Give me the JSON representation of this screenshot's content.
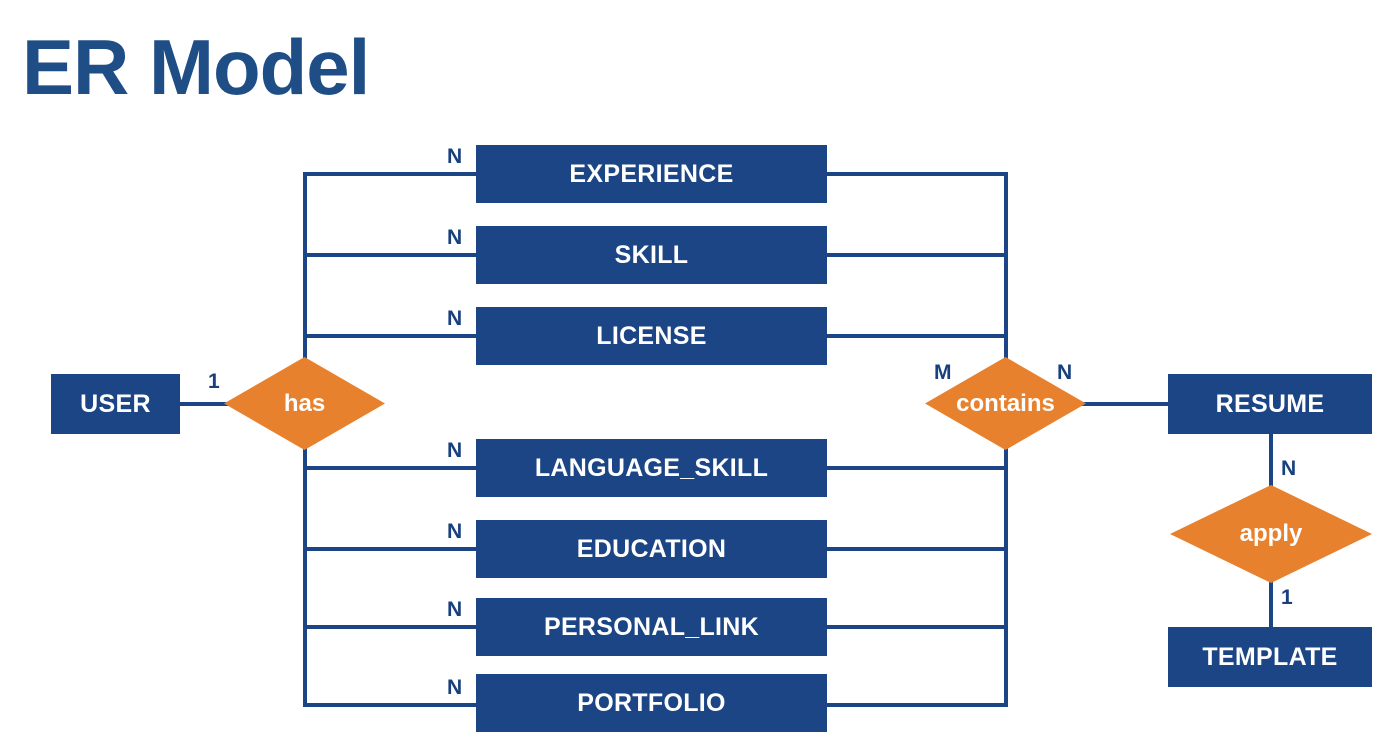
{
  "title": "ER Model",
  "colors": {
    "entity_fill": "#1B4585",
    "relationship_fill": "#E8812E",
    "line": "#1B4585",
    "title": "#1F4E86",
    "entity_text": "#FFFFFF",
    "cardinality_text": "#17407C",
    "background": "#FFFFFF"
  },
  "entities": {
    "user": "USER",
    "resume": "RESUME",
    "template": "TEMPLATE",
    "experience": "EXPERIENCE",
    "skill": "SKILL",
    "license": "LICENSE",
    "language_skill": "LANGUAGE_SKILL",
    "education": "EDUCATION",
    "personal_link": "PERSONAL_LINK",
    "portfolio": "PORTFOLIO"
  },
  "relationships": {
    "has": "has",
    "contains": "contains",
    "apply": "apply"
  },
  "cardinalities": {
    "user_has": "1",
    "has_experience": "N",
    "has_skill": "N",
    "has_license": "N",
    "has_language_skill": "N",
    "has_education": "N",
    "has_personal_link": "N",
    "has_portfolio": "N",
    "contains_left": "M",
    "contains_right": "N",
    "resume_apply": "N",
    "apply_template": "1"
  },
  "diagram": {
    "type": "entity-relationship",
    "notation": "Chen",
    "entity_count": 10,
    "relationship_count": 3,
    "edges": [
      {
        "from": "USER",
        "relationship": "has",
        "to": "EXPERIENCE",
        "from_card": "1",
        "to_card": "N"
      },
      {
        "from": "USER",
        "relationship": "has",
        "to": "SKILL",
        "from_card": "1",
        "to_card": "N"
      },
      {
        "from": "USER",
        "relationship": "has",
        "to": "LICENSE",
        "from_card": "1",
        "to_card": "N"
      },
      {
        "from": "USER",
        "relationship": "has",
        "to": "LANGUAGE_SKILL",
        "from_card": "1",
        "to_card": "N"
      },
      {
        "from": "USER",
        "relationship": "has",
        "to": "EDUCATION",
        "from_card": "1",
        "to_card": "N"
      },
      {
        "from": "USER",
        "relationship": "has",
        "to": "PERSONAL_LINK",
        "from_card": "1",
        "to_card": "N"
      },
      {
        "from": "USER",
        "relationship": "has",
        "to": "PORTFOLIO",
        "from_card": "1",
        "to_card": "N"
      },
      {
        "from": "RESUME",
        "relationship": "contains",
        "to": "EXPERIENCE",
        "from_card": "N",
        "to_card": "M"
      },
      {
        "from": "RESUME",
        "relationship": "contains",
        "to": "SKILL",
        "from_card": "N",
        "to_card": "M"
      },
      {
        "from": "RESUME",
        "relationship": "contains",
        "to": "LICENSE",
        "from_card": "N",
        "to_card": "M"
      },
      {
        "from": "RESUME",
        "relationship": "contains",
        "to": "LANGUAGE_SKILL",
        "from_card": "N",
        "to_card": "M"
      },
      {
        "from": "RESUME",
        "relationship": "contains",
        "to": "EDUCATION",
        "from_card": "N",
        "to_card": "M"
      },
      {
        "from": "RESUME",
        "relationship": "contains",
        "to": "PERSONAL_LINK",
        "from_card": "N",
        "to_card": "M"
      },
      {
        "from": "RESUME",
        "relationship": "contains",
        "to": "PORTFOLIO",
        "from_card": "N",
        "to_card": "M"
      },
      {
        "from": "RESUME",
        "relationship": "apply",
        "to": "TEMPLATE",
        "from_card": "N",
        "to_card": "1"
      }
    ]
  }
}
